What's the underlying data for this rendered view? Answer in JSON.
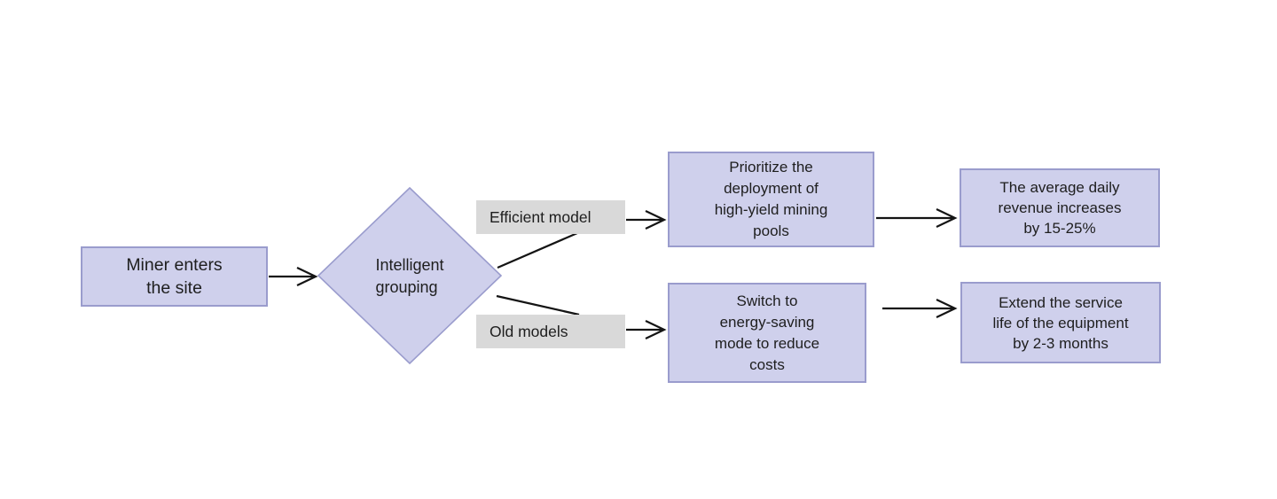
{
  "colors": {
    "node_fill": "#cfd0ec",
    "node_border": "#9a9ccd",
    "label_fill": "#d9d9d9",
    "text": "#1e1e1e",
    "line": "#141414",
    "background": "#ffffff"
  },
  "nodes": {
    "start": {
      "label": "Miner enters\nthe site"
    },
    "decision": {
      "label": "Intelligent\ngrouping"
    },
    "branch_efficient": {
      "label": "Efficient model"
    },
    "branch_old": {
      "label": "Old models"
    },
    "action_efficient": {
      "label": "Prioritize the\ndeployment of\nhigh-yield mining\npools"
    },
    "action_old": {
      "label": "Switch to\nenergy-saving\nmode to reduce\ncosts"
    },
    "outcome_efficient": {
      "label": "The average daily\nrevenue increases\nby 15-25%"
    },
    "outcome_old": {
      "label": "Extend the service\nlife of the equipment\nby 2-3 months"
    }
  }
}
